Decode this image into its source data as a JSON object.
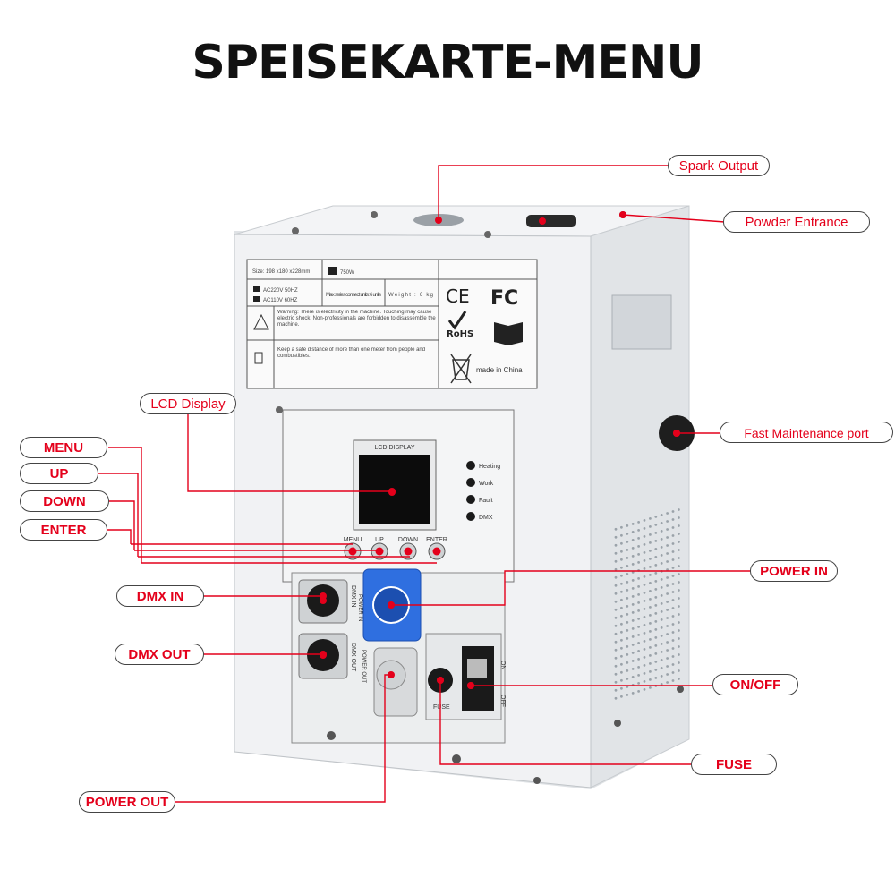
{
  "title": "SPEISEKARTE-MENU",
  "callouts": {
    "spark_output": "Spark Output",
    "powder_entrance": "Powder Entrance",
    "lcd_display": "LCD Display",
    "fast_maintenance_port": "Fast Maintenance port",
    "menu": "MENU",
    "up": "UP",
    "down": "DOWN",
    "enter": "ENTER",
    "power_in": "POWER IN",
    "dmx_in": "DMX IN",
    "dmx_out": "DMX OUT",
    "on_off": "ON/OFF",
    "fuse": "FUSE",
    "power_out": "POWER OUT"
  },
  "label_plate": {
    "size": "Size: 198 x180 x228mm",
    "power": "750W",
    "voltage_1": "AC220V 50HZ",
    "voltage_2": "AC110V 60HZ",
    "series": "Max series connect units: 6 units",
    "weight": "Weight : 6 kg",
    "warning": "Warning: There is electricity in the machine. Touching may cause electric shock. Non-professionals are forbidden to disassemble the machine.",
    "distance": "Keep a safe distance of more than one meter from people and combustibles.",
    "ce": "CE",
    "fc": "FC",
    "rohs": "RoHS",
    "made_in": "made in China"
  },
  "panel": {
    "lcd_header": "LCD DISPLAY",
    "leds": [
      "Heating",
      "Work",
      "Fault",
      "DMX"
    ],
    "buttons": [
      "MENU",
      "UP",
      "DOWN",
      "ENTER"
    ],
    "dmx_in": "DMX IN",
    "dmx_out": "DMX OUT",
    "power_in": "POWER IN",
    "power_out": "POWER OUT",
    "fuse": "FUSE",
    "on": "ON",
    "off": "OFF"
  },
  "colors": {
    "accent": "#e4001b",
    "body": "#eef0f2",
    "outline": "#444444"
  }
}
